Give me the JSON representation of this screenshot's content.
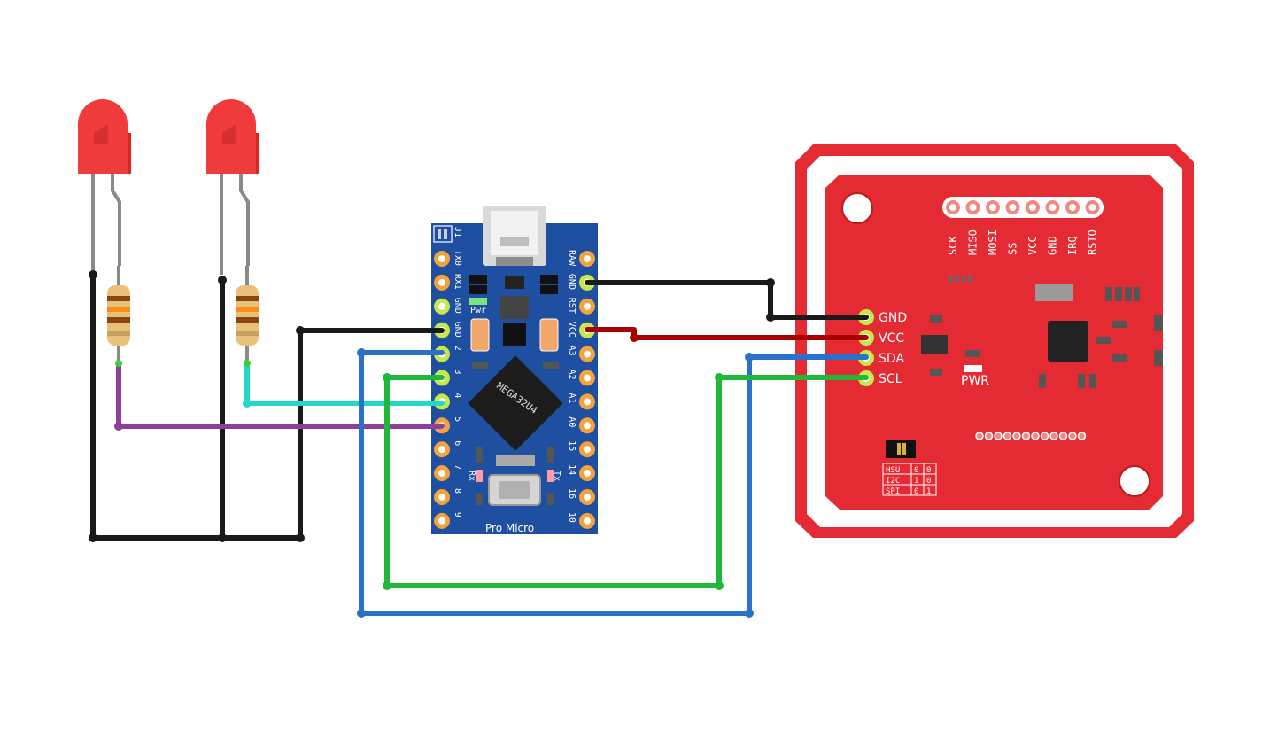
{
  "board": {
    "name": "Pro Micro",
    "chip": "MEGA32U4",
    "jumper": "J1",
    "pwr_led": "Pwr",
    "rx_led": "Rx",
    "tx_led": "Tx",
    "left_pins": [
      "TX0",
      "RXI",
      "GND",
      "GND",
      "2",
      "3",
      "4",
      "5",
      "6",
      "7",
      "8",
      "9"
    ],
    "right_pins": [
      "RAW",
      "GND",
      "RST",
      "VCC",
      "A3",
      "A2",
      "A1",
      "A0",
      "15",
      "14",
      "16",
      "10"
    ]
  },
  "nfc": {
    "top_header": [
      "SCK",
      "MISO",
      "MOSI",
      "SS",
      "VCC",
      "GND",
      "IRQ",
      "RSTO"
    ],
    "side_pins": [
      "GND",
      "VCC",
      "SDA",
      "SCL"
    ],
    "pwr_label": "PWR",
    "mode_table": [
      [
        "HSU",
        "0",
        "0"
      ],
      [
        "I2C",
        "1",
        "0"
      ],
      [
        "SPI",
        "0",
        "1"
      ]
    ]
  },
  "colors": {
    "board_blue": "#1f4fa0",
    "nfc_red": "#e42a32",
    "wire_black": "#1a1a1a",
    "wire_red": "#a80000",
    "wire_blue": "#2a72c8",
    "wire_green": "#1fb83a",
    "wire_cyan": "#23d8c8",
    "wire_purple": "#8e3f9a",
    "led_red": "#ef3b3b"
  },
  "icons": {
    "led": "led-red-icon",
    "resistor": "resistor-icon",
    "usb": "micro-usb-icon"
  }
}
